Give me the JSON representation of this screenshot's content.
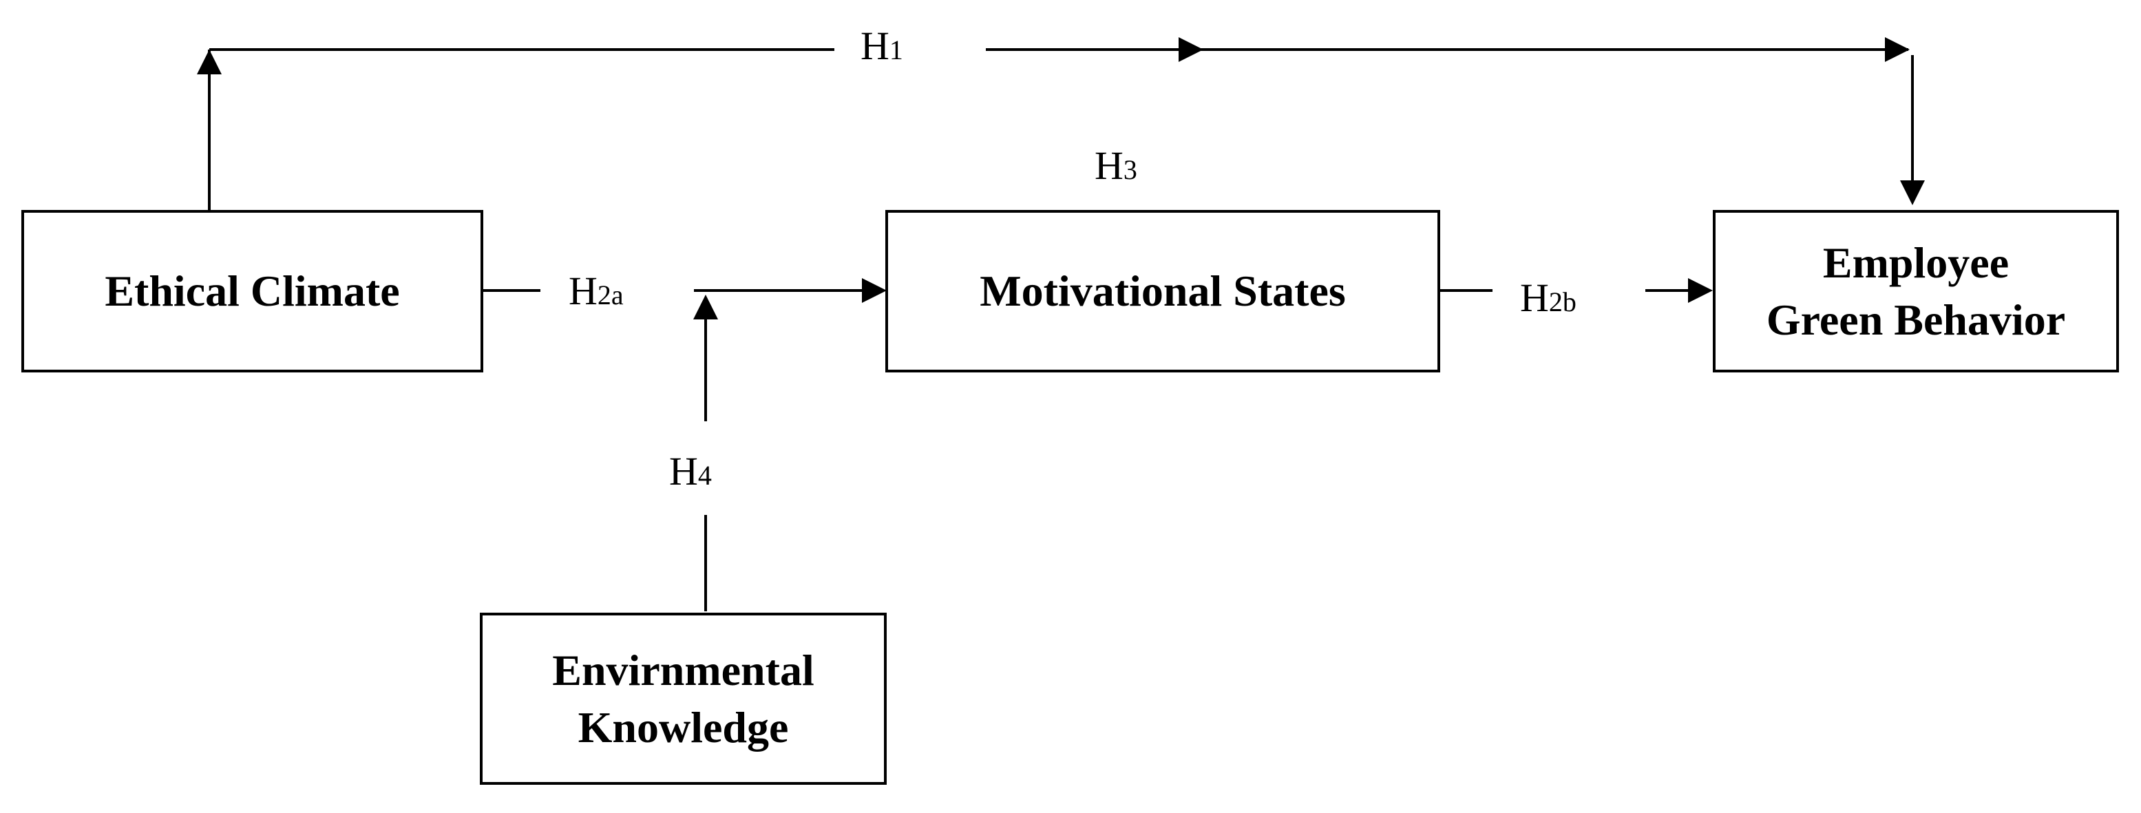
{
  "nodes": {
    "ethical_climate": [
      "Ethical Climate"
    ],
    "motivational_states": [
      "Motivational States"
    ],
    "employee_green_behavior": [
      "Employee",
      "Green Behavior"
    ],
    "environmental_knowledge": [
      "Envirnmental",
      "Knowledge"
    ]
  },
  "hypotheses": {
    "h1": {
      "letter": "H",
      "sub": "1"
    },
    "h2a": {
      "letter": "H",
      "sub": "2a"
    },
    "h2b": {
      "letter": "H",
      "sub": "2b"
    },
    "h3": {
      "letter": "H",
      "sub": "3"
    },
    "h4": {
      "letter": "H",
      "sub": "4"
    }
  },
  "colors": {
    "line": "#000000",
    "background": "#ffffff"
  }
}
